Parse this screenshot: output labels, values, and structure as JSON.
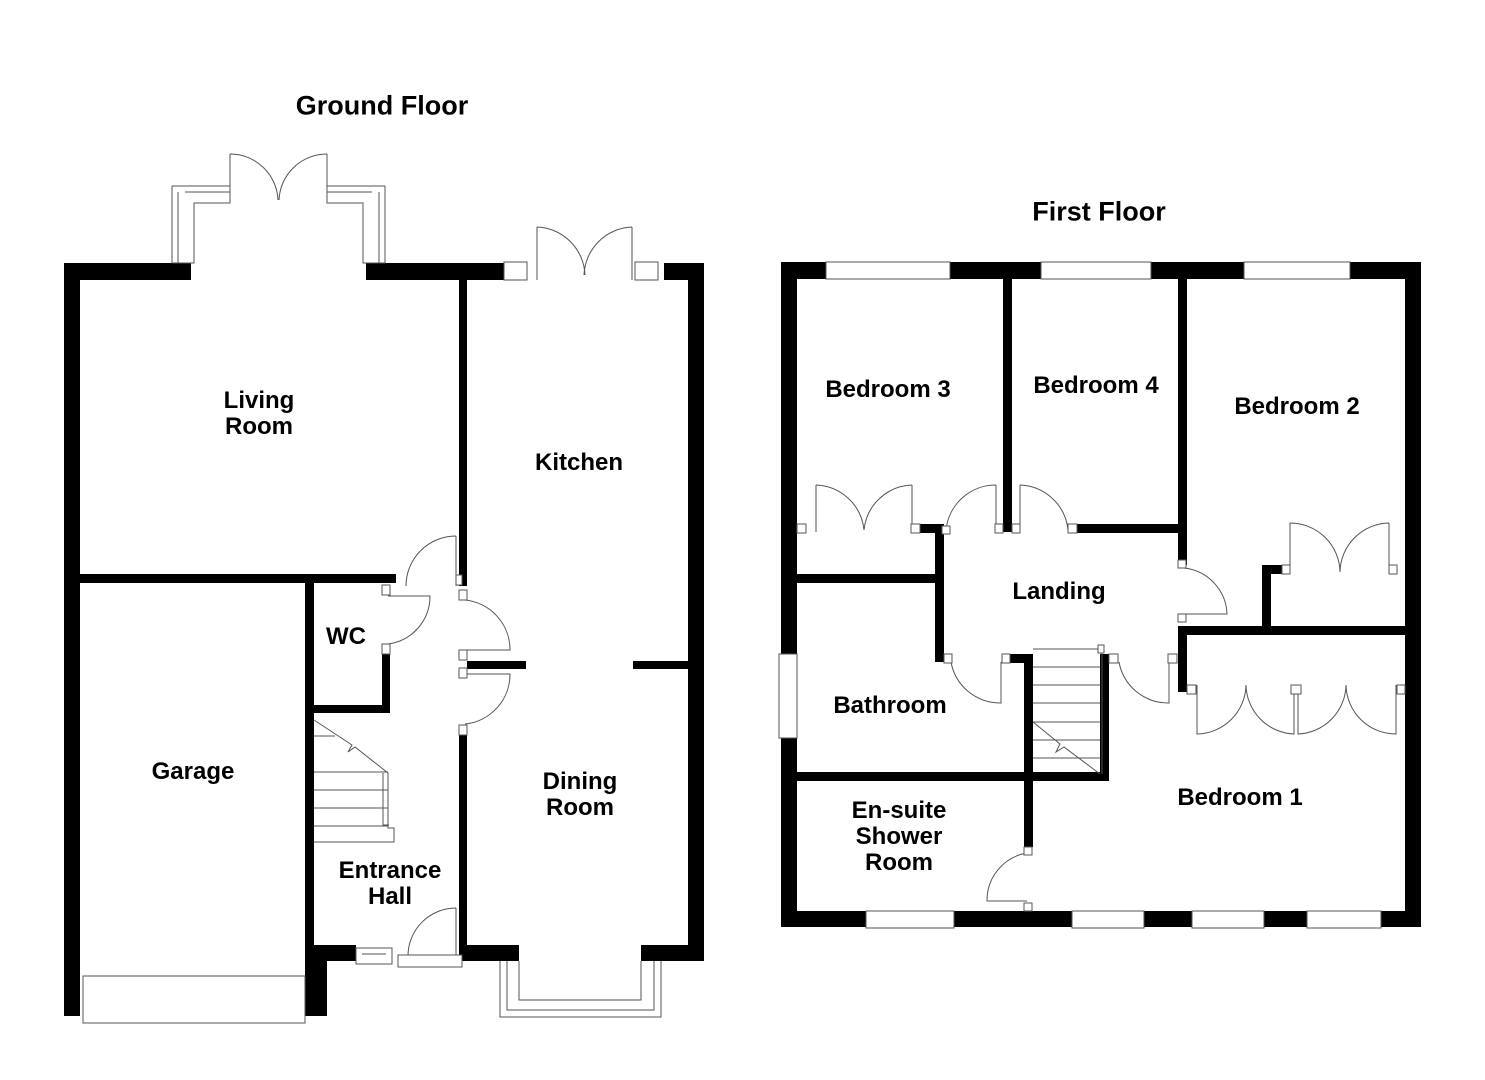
{
  "colors": {
    "wall": "#000000",
    "background": "#ffffff",
    "fixture_line": "#555555"
  },
  "ground_floor": {
    "title": "Ground Floor",
    "rooms": {
      "living_room": "Living\nRoom",
      "kitchen": "Kitchen",
      "wc": "WC",
      "garage": "Garage",
      "dining_room": "Dining\nRoom",
      "entrance_hall": "Entrance\nHall"
    }
  },
  "first_floor": {
    "title": "First Floor",
    "rooms": {
      "bedroom_3": "Bedroom 3",
      "bedroom_4": "Bedroom 4",
      "bedroom_2": "Bedroom 2",
      "landing": "Landing",
      "bathroom": "Bathroom",
      "bedroom_1": "Bedroom 1",
      "ensuite": "En-suite\nShower\nRoom"
    }
  }
}
